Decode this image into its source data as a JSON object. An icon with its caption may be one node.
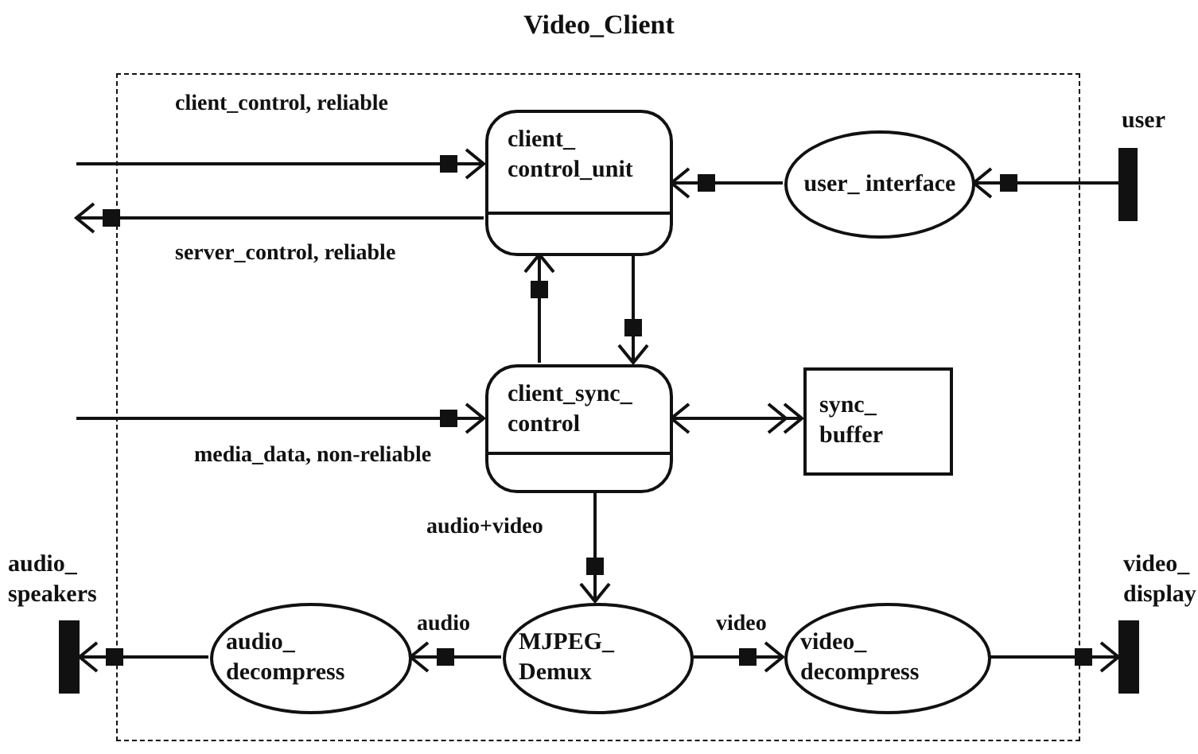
{
  "diagram": {
    "title": "Video_Client",
    "nodes": [
      {
        "text": [],
        "shape": "box"
      },
      {
        "text": [
          "client_ control_unit"
        ],
        "in": 0
      },
      {
        "text": [
          "user_ interface"
        ],
        "in": 0
      },
      {
        "text": [
          "client_sync_ control"
        ],
        "in": 0
      },
      {
        "text": [
          "sync_ buffer"
        ],
        "in": 0
      },
      {
        "text": [
          "MJPEG_ Demux"
        ],
        "in": 0
      },
      {
        "text": [
          "audio_ decompress"
        ],
        "in": 0
      },
      {
        "text": [
          "video_ decompress"
        ],
        "in": 0
      },
      {
        "text": [
          "user"
        ]
      },
      {
        "text": [
          "audio_ speakers"
        ]
      },
      {
        "text": [
          "video_ display"
        ]
      }
    ],
    "edges": [
      {
        "from": null,
        "to": 1,
        "arrow": "to",
        "label": "client_control, reliable"
      },
      {
        "from": 1,
        "to": null,
        "arrow": "to",
        "label": "server_control, reliable"
      },
      {
        "from": 2,
        "to": 1,
        "arrow": "to"
      },
      {
        "from": 8,
        "to": 2,
        "arrow": "to"
      },
      {
        "from": 3,
        "to": 1,
        "arrow": "to"
      },
      {
        "from": 1,
        "to": 3,
        "arrow": "to"
      },
      {
        "from": null,
        "to": 3,
        "arrow": "to",
        "label": "media_data, non-reliable"
      },
      {
        "from": 3,
        "to": 4,
        "arrow": "both"
      },
      {
        "from": 3,
        "to": 5,
        "arrow": "to",
        "label": "audio+video"
      },
      {
        "from": 5,
        "to": 6,
        "arrow": "to",
        "label": "audio"
      },
      {
        "from": 6,
        "to": 9,
        "arrow": "to"
      },
      {
        "from": 5,
        "to": 7,
        "arrow": "to",
        "label": "video"
      },
      {
        "from": 7,
        "to": 10,
        "arrow": "to"
      }
    ]
  }
}
